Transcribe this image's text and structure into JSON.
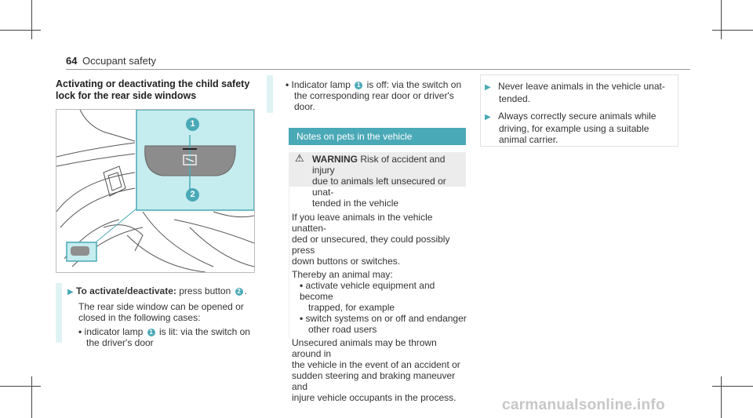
{
  "header": {
    "page_number": "64",
    "section": "Occupant safety"
  },
  "activate_section": {
    "heading_line1": "Activating or deactivating the child safety",
    "heading_line2": "lock for the rear side windows"
  },
  "figure": {
    "callout_1": "1",
    "callout_2": "2"
  },
  "instruction": {
    "label": "To activate/deactivate:",
    "text_before": "press button",
    "callout": "2",
    "text_after": ".",
    "para_line1": "The rear side window can be opened or",
    "para_line2": "closed in the following cases:",
    "bullet1_before": "indicator lamp",
    "bullet1_callout": "1",
    "bullet1_after": "is lit: via the switch on",
    "bullet1_line2": "the driver's door"
  },
  "middle_top": {
    "bullet_before": "Indicator lamp",
    "bullet_callout": "1",
    "bullet_after": "is off: via the switch on",
    "line2": "the corresponding rear door or driver's",
    "line3": "door."
  },
  "notes": {
    "heading": "Notes on pets in the vehicle",
    "warning_label": "WARNING",
    "warning_line1": "Risk of accident and injury",
    "warning_line2": "due to animals left unsecured or unat-",
    "warning_line3": "tended in the vehicle",
    "p1_l1": "If you leave animals in the vehicle unatten-",
    "p1_l2": "ded or unsecured, they could possibly press",
    "p1_l3": "down buttons or switches.",
    "p2": "Thereby an animal may:",
    "b1_l1": "activate vehicle equipment and become",
    "b1_l2": "trapped, for example",
    "b2_l1": "switch systems on or off and endanger",
    "b2_l2": "other road users",
    "p3_l1": "Unsecured animals may be thrown around in",
    "p3_l2": "the vehicle in the event of an accident or",
    "p3_l3": "sudden steering and braking maneuver and",
    "p3_l4": "injure vehicle occupants in the process."
  },
  "right_col": {
    "i1_l1": "Never leave animals in the vehicle unat-",
    "i1_l2": "tended.",
    "i2_l1": "Always correctly secure animals while",
    "i2_l2": "driving, for example using a suitable",
    "i2_l3": "animal carrier."
  },
  "watermark": "carmanualsonline.info",
  "colors": {
    "accent": "#4aa9b7",
    "tint": "#dff3f4",
    "callout_panel": "#c5ecee"
  }
}
